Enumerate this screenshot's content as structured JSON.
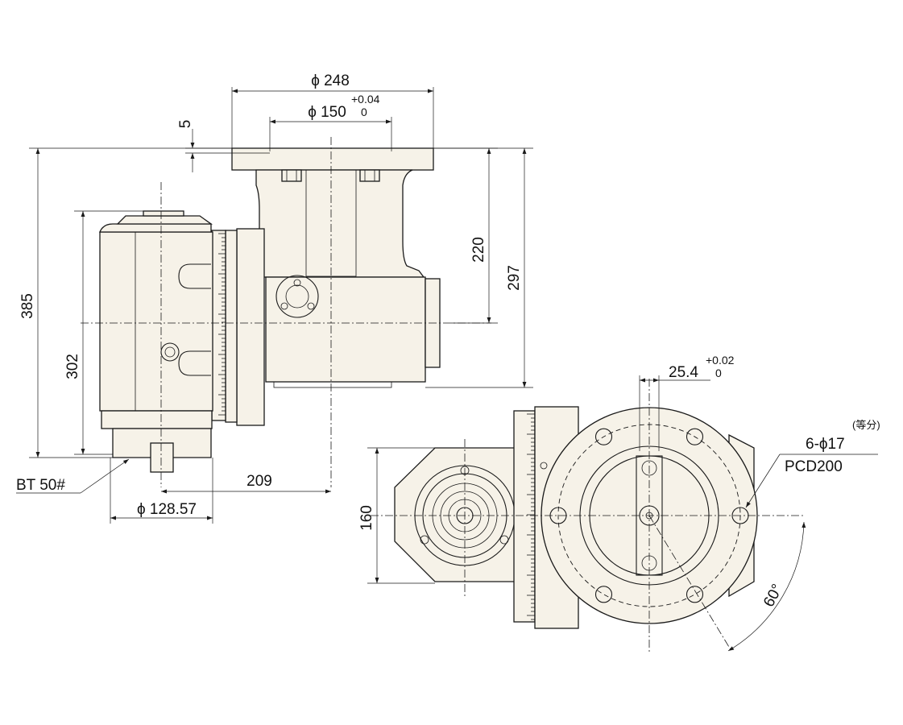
{
  "dimensions": {
    "phi_248": "ϕ 248",
    "phi_150": "ϕ 150",
    "phi_150_tol_upper": "+0.04",
    "phi_150_tol_lower": "0",
    "d_5": "5",
    "d_385": "385",
    "d_302": "302",
    "d_220": "220",
    "d_297": "297",
    "d_209": "209",
    "phi_128_57": "ϕ 128.57",
    "bt_50": "BT 50#",
    "d_25_4": "25.4",
    "d_25_4_tol_upper": "+0.02",
    "d_25_4_tol_lower": "0",
    "holes": "6-ϕ17",
    "equally_spaced": "(等分)",
    "pcd": "PCD200",
    "d_160": "160",
    "angle_60": "60°"
  }
}
